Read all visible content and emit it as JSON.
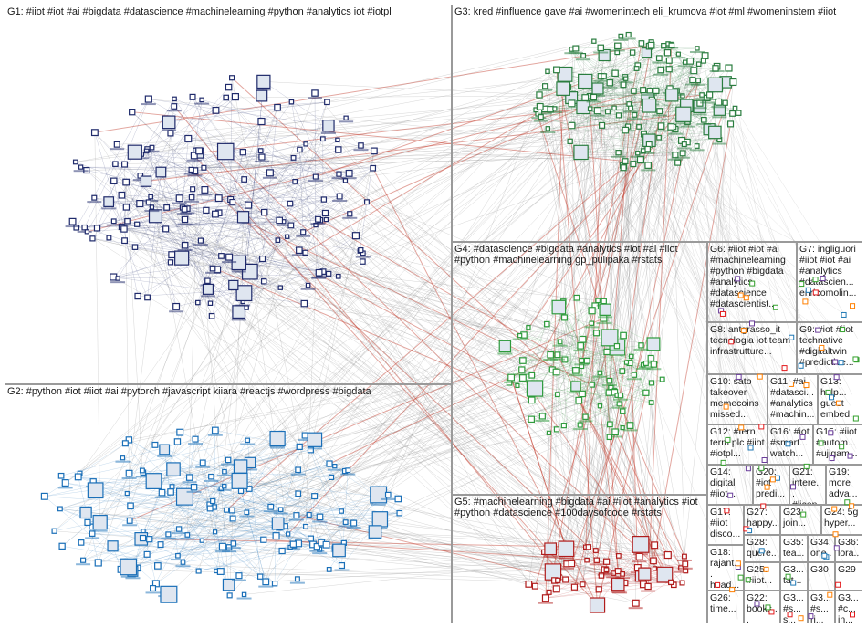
{
  "groups": [
    {
      "id": "G1",
      "label": "G1: #iiot #iot #ai #bigdata #datascience #machinelearning #python #analytics iot #iotpl"
    },
    {
      "id": "G2",
      "label": "G2: #python #iot #iiot #ai #pytorch #javascript kiiara #reactjs #wordpress #bigdata"
    },
    {
      "id": "G3",
      "label": "G3: kred #influence gave #ai #womenintech eli_krumova #iot #ml #womeninstem #iiot"
    },
    {
      "id": "G4",
      "label": "G4: #datascience #bigdata #analytics #iot #ai #iiot #python #machinelearning gp_pulipaka #rstats"
    },
    {
      "id": "G5",
      "label": "G5: #machinelearning #bigdata #ai #iiot #analytics #iot #python #datascience #100daysofcode #rstats"
    },
    {
      "id": "G6",
      "label": "G6: #iiot #iot #ai #machinelearning #python #bigdata #analytics #datascience #datascientist..."
    },
    {
      "id": "G7",
      "label": "G7: ingliguori #iiot #iot #ai #analytics #datascien... enricomolin..."
    },
    {
      "id": "G8",
      "label": "G8: antgrasso_it tecnologia iot team infrastrutture..."
    },
    {
      "id": "G9",
      "label": "G9: #iot #iiot technative #digitaltwin #predictive..."
    },
    {
      "id": "G10",
      "label": "G10: sato takeover memecoins missed..."
    },
    {
      "id": "G11",
      "label": "G11: #ai #datasci... #analytics #machin..."
    },
    {
      "id": "G13",
      "label": "G13: help... guest embed..."
    },
    {
      "id": "G12",
      "label": "G12: #tern term plc #iiot #iotpl..."
    },
    {
      "id": "G16",
      "label": "G16: #iot #smart... watch..."
    },
    {
      "id": "G15",
      "label": "G15: #iiot #autom... #ujigam..."
    },
    {
      "id": "G14",
      "label": "G14: digital #iiot..."
    },
    {
      "id": "G20",
      "label": "G20: #iot predi..."
    },
    {
      "id": "G21",
      "label": "G21: intere... #licen..."
    },
    {
      "id": "G19",
      "label": "G19: more adva..."
    },
    {
      "id": "G17",
      "label": "G17: #iiot disco..."
    },
    {
      "id": "G27",
      "label": "G27: happy..."
    },
    {
      "id": "G23",
      "label": "G23: join..."
    },
    {
      "id": "G24",
      "label": "G24: 5g hyper..."
    },
    {
      "id": "G28",
      "label": "G28: quere..."
    },
    {
      "id": "G35",
      "label": "G35: tea..."
    },
    {
      "id": "G34",
      "label": "G34: one..."
    },
    {
      "id": "G36",
      "label": "G36: lora..."
    },
    {
      "id": "G18",
      "label": "G18: rajant... head..."
    },
    {
      "id": "G25",
      "label": "G25: #iiot..."
    },
    {
      "id": "G3x",
      "label": "G3... tat..."
    },
    {
      "id": "G30",
      "label": "G30"
    },
    {
      "id": "G29",
      "label": "G29"
    },
    {
      "id": "G26",
      "label": "G26: time..."
    },
    {
      "id": "G22",
      "label": "G22: books..."
    },
    {
      "id": "G3y",
      "label": "G3... #s... s..."
    },
    {
      "id": "G3z",
      "label": "G3... #s... ri..."
    },
    {
      "id": "G3w",
      "label": "G3... #c... in..."
    }
  ],
  "colors": {
    "G1": "#1f2a6b",
    "G2": "#1a6fb8",
    "G3": "#2a7d3f",
    "G4": "#2e9a3c",
    "G5": "#b01c1c",
    "edge": "#8a8a8a",
    "edge_red": "#c0392b",
    "border": "#9a9a9a"
  }
}
